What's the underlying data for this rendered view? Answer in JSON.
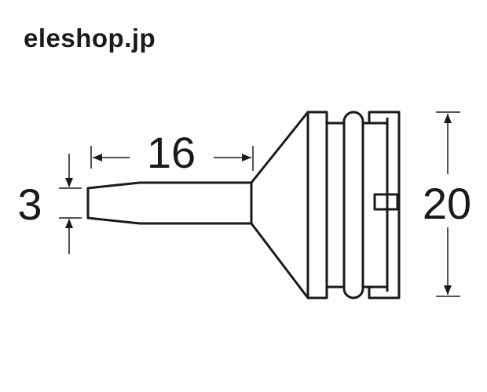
{
  "site": {
    "name": "eleshop.jp"
  },
  "dimensions": {
    "tip_length": "16",
    "tip_diameter": "3",
    "body_diameter": "20"
  },
  "colors": {
    "line": "#1a1a1a",
    "background": "#ffffff"
  }
}
